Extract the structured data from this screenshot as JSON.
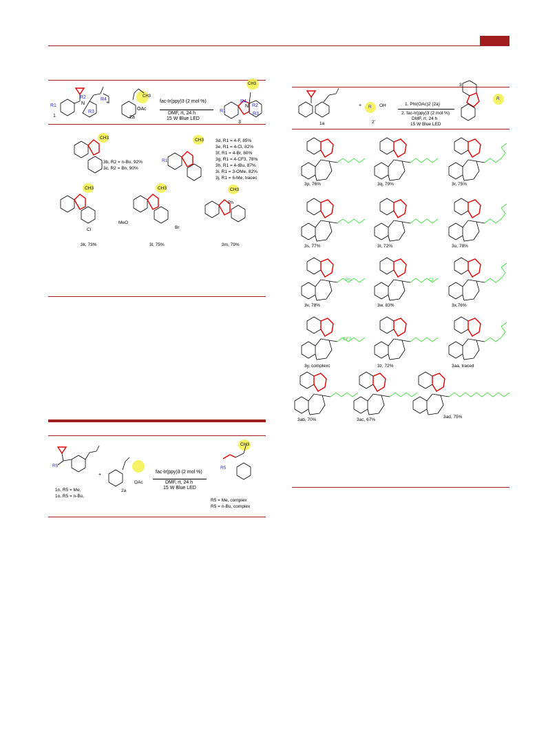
{
  "scheme_top_left": {
    "reactant1_label": "1",
    "reagent_label": "2a",
    "product_label": "3",
    "plus": "+",
    "cond_catalyst": "fac-Ir(ppy)3 (2 mol %)",
    "cond_solvent": "DMF, rt, 24 h",
    "cond_light": "15 W Blue LED",
    "oac": "OAc",
    "r1": "R1",
    "r2": "R2",
    "r3": "R3",
    "r4": "R4",
    "n": "N",
    "ch3": "CH3",
    "o": "O"
  },
  "products_left": {
    "row1_3b": "3b, R2 = n-Bu, 92%",
    "row1_3c": "3c, R2 = Bn, 90%",
    "list": [
      "3d, R1 = 4-F, 85%",
      "3e, R1 = 4-Cl, 82%",
      "3f, R1 = 4-Br, 80%",
      "3g, R1 = 4-CF3, 78%",
      "3h, R1 = 4-tBu, 87%",
      "3i, R1 = 3-OMe, 82%",
      "3j, R1 = 6-Me, tracec"
    ],
    "p3k": "3k, 73%",
    "p3l": "3l, 75%",
    "p3m": "3m, 79%",
    "cl": "Cl",
    "meo": "MeO",
    "br": "Br",
    "ph": "Ph"
  },
  "scheme_bottom_left": {
    "reactant_1n": "1n, R5 = Me,",
    "reactant_1o": "1o, R5 = n-Bu,",
    "reagent_label": "2a",
    "cond_catalyst": "fac-Ir(ppy)3 (2 mol %)",
    "cond_solvent": "DMF, rt, 24 h",
    "cond_light": "15 W Blue LED",
    "result_1": "R5 = Me, complex",
    "result_2": "R5 = n-Bu, complex",
    "oac": "OAc",
    "r5": "R5",
    "plus": "+"
  },
  "scheme_right": {
    "reactant_label": "1a",
    "acid_label": "2'",
    "product_label": "3",
    "plus": "+",
    "step1": "1. PhI(OAc)2 (2a)",
    "step2": "2. fac-Ir(ppy)3 (2 mol %)",
    "cond_solvent": "DMF, rt, 24 h",
    "cond_light": "15 W Blue LED",
    "r": "R",
    "oh": "OH"
  },
  "products_right": [
    {
      "id": "3p",
      "text": "3p, 76%"
    },
    {
      "id": "3q",
      "text": "3q, 79%"
    },
    {
      "id": "3r",
      "text": "3r, 75%"
    },
    {
      "id": "3s",
      "text": "3s, 77%"
    },
    {
      "id": "3t",
      "text": "3t, 72%"
    },
    {
      "id": "3u",
      "text": "3u, 78%"
    },
    {
      "id": "3v",
      "text": "3v, 78%"
    },
    {
      "id": "3w",
      "text": "3w, 83%"
    },
    {
      "id": "3x",
      "text": "3x,76%"
    },
    {
      "id": "3y",
      "text": "3y, complexc"
    },
    {
      "id": "3z",
      "text": "3z, 72%"
    },
    {
      "id": "3aa",
      "text": "3aa, traced"
    },
    {
      "id": "3ab",
      "text": "3ab, 70%"
    },
    {
      "id": "3ac",
      "text": "3ac, 67%"
    },
    {
      "id": "3ad",
      "text": "3ad, 75%"
    }
  ],
  "substituents_right": {
    "ph": "Ph",
    "cl": "Cl",
    "cf3": "CF3"
  },
  "colors": {
    "accent": "#a01e1e",
    "highlight": "#f5f04a",
    "bond_red": "#e00000",
    "chain_green": "#33dd33",
    "label_blue": "#2a2adf"
  }
}
